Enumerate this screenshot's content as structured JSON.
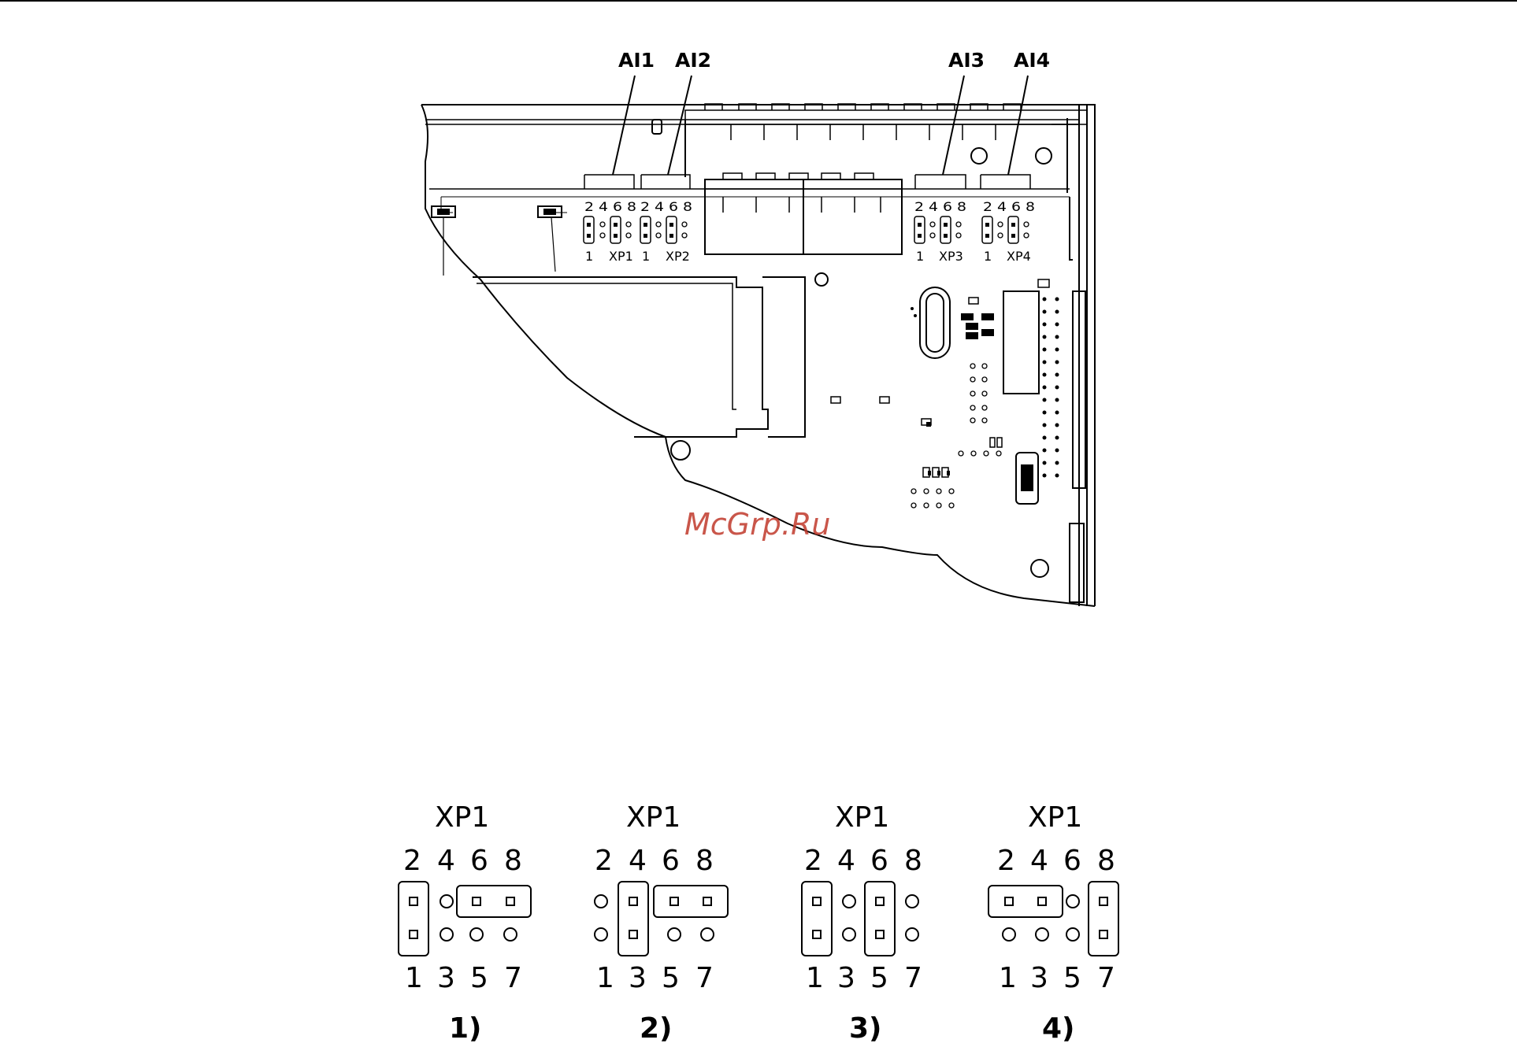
{
  "colors": {
    "line": "#000000",
    "background": "#ffffff",
    "watermark": "#c0392b"
  },
  "board": {
    "callouts": [
      "AI1",
      "AI2",
      "AI3",
      "AI4"
    ],
    "headers": [
      {
        "top": "2 4 6 8",
        "pin1": "1",
        "name": "XP1"
      },
      {
        "top": "2 4 6 8",
        "pin1": "1",
        "name": "XP2"
      },
      {
        "top": "2 4 6 8",
        "pin1": "1",
        "name": "XP3"
      },
      {
        "top": "2 4 6 8",
        "pin1": "1",
        "name": "XP4"
      }
    ]
  },
  "watermark": "McGrp.Ru",
  "variants": [
    {
      "title": "XP1",
      "top": [
        "2",
        "4",
        "6",
        "8"
      ],
      "bottom": [
        "1",
        "3",
        "5",
        "7"
      ],
      "caption": "1)"
    },
    {
      "title": "XP1",
      "top": [
        "2",
        "4",
        "6",
        "8"
      ],
      "bottom": [
        "1",
        "3",
        "5",
        "7"
      ],
      "caption": "2)"
    },
    {
      "title": "XP1",
      "top": [
        "2",
        "4",
        "6",
        "8"
      ],
      "bottom": [
        "1",
        "3",
        "5",
        "7"
      ],
      "caption": "3)"
    },
    {
      "title": "XP1",
      "top": [
        "2",
        "4",
        "6",
        "8"
      ],
      "bottom": [
        "1",
        "3",
        "5",
        "7"
      ],
      "caption": "4)"
    }
  ]
}
